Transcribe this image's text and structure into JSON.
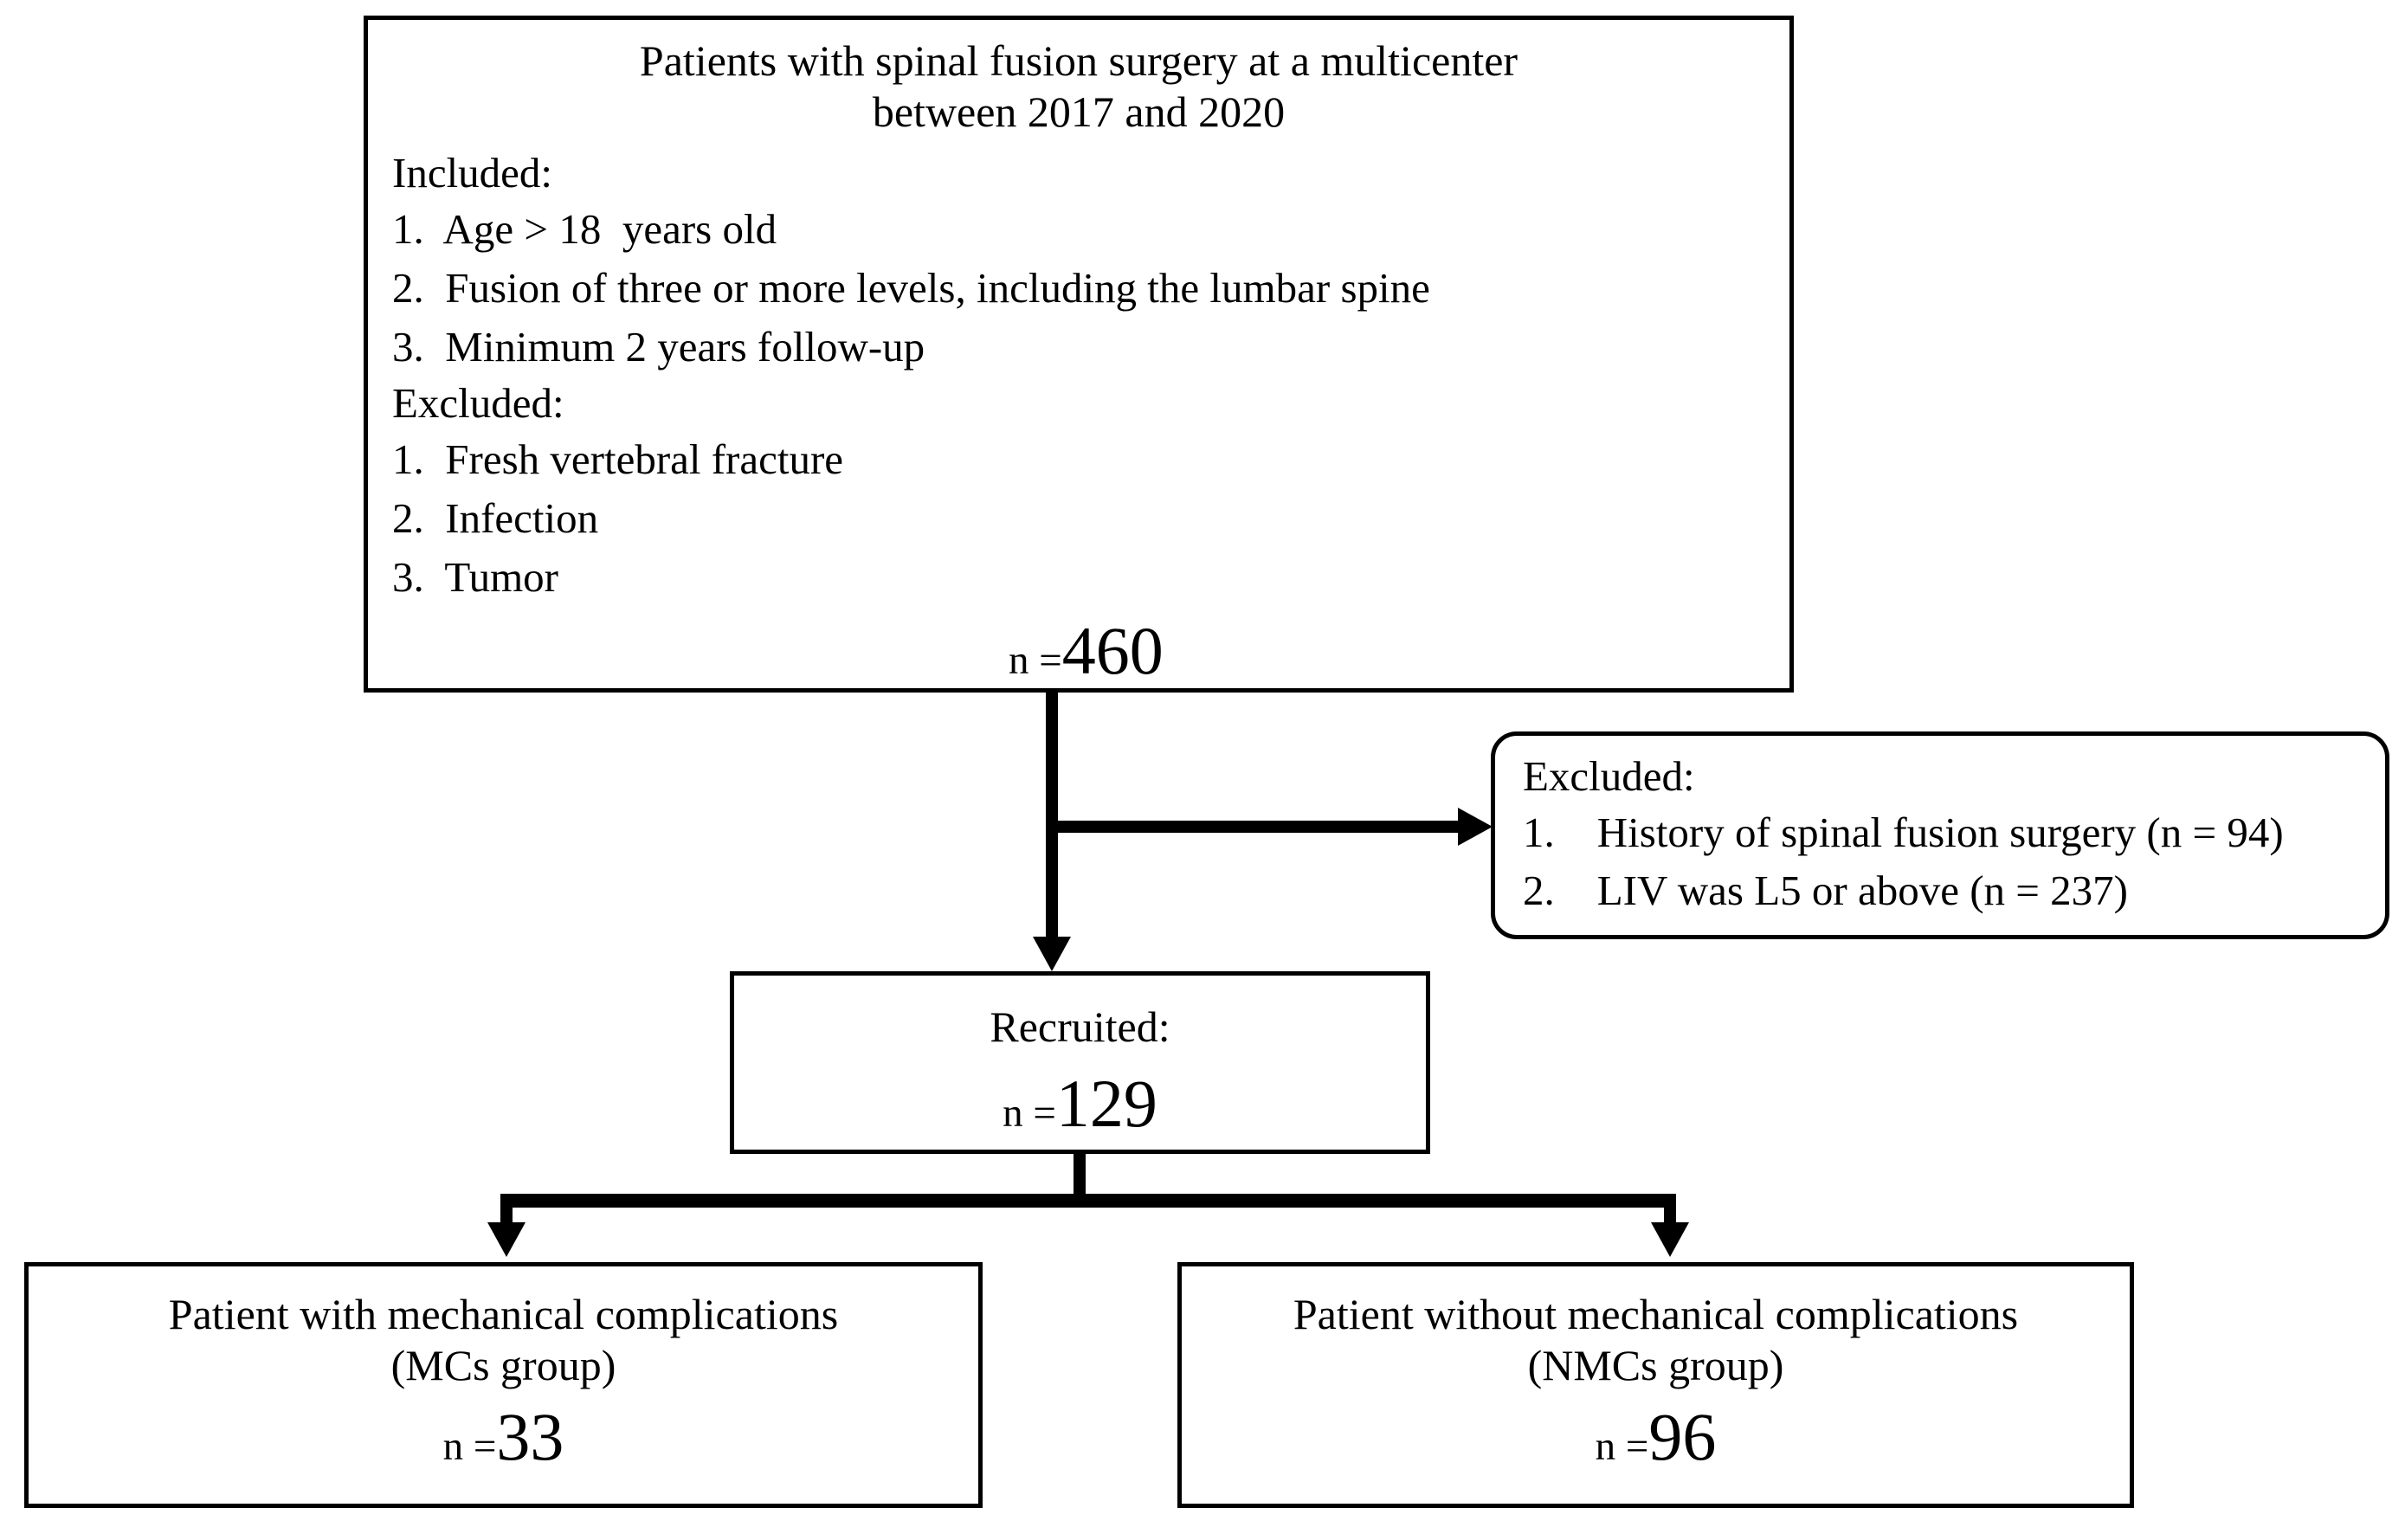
{
  "diagram": {
    "type": "flowchart",
    "title_caption": "",
    "colors": {
      "stroke": "#000000",
      "background": "#ffffff",
      "text": "#000000"
    },
    "nodes": {
      "enrollment": {
        "title": "Patients with spinal fusion surgery at a multicenter\nbetween 2017 and 2020",
        "included_heading": "Included:",
        "included_items": [
          "1.  Age > 18  years old",
          "2.  Fusion of three or more levels, including the lumbar spine",
          "3.  Minimum 2 years follow-up"
        ],
        "excluded_heading": "Excluded:",
        "excluded_items": [
          "1.  Fresh vertebral fracture",
          "2.  Infection",
          "3.  Tumor"
        ],
        "n_label": "n =",
        "n_value": "460"
      },
      "excluded_side": {
        "heading": "Excluded:",
        "items": [
          "1.    History of spinal fusion surgery (n = 94)",
          "2.    LIV was L5 or above (n = 237)"
        ]
      },
      "recruited": {
        "label": "Recruited:",
        "n_label": "n =",
        "n_value": "129"
      },
      "mcs_group": {
        "line1": "Patient with mechanical complications",
        "line2": "(MCs group)",
        "n_label": "n =",
        "n_value": "33"
      },
      "nmcs_group": {
        "line1": "Patient without mechanical complications",
        "line2": "(NMCs group)",
        "n_label": "n =",
        "n_value": "96"
      }
    },
    "edges": [
      {
        "name": "enrollment-to-recruited",
        "from": "enrollment",
        "to": "recruited",
        "arrow": "down"
      },
      {
        "name": "enrollment-to-excluded",
        "from": "enrollment",
        "to": "excluded_side",
        "arrow": "right"
      },
      {
        "name": "recruited-to-mcs",
        "from": "recruited",
        "to": "mcs_group",
        "arrow": "down"
      },
      {
        "name": "recruited-to-nmcs",
        "from": "recruited",
        "to": "nmcs_group",
        "arrow": "down"
      }
    ]
  }
}
